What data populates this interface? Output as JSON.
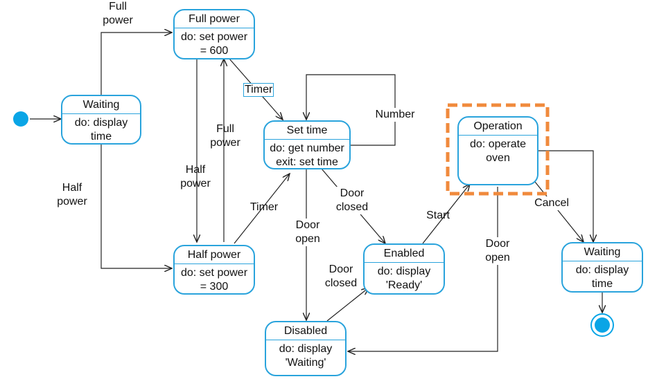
{
  "states": {
    "waiting1": {
      "title": "Waiting",
      "body": [
        "do: display",
        "time"
      ]
    },
    "full_power": {
      "title": "Full power",
      "body": [
        "do: set power",
        "= 600"
      ]
    },
    "half_power": {
      "title": "Half power",
      "body": [
        "do: set power",
        "= 300"
      ]
    },
    "set_time": {
      "title": "Set time",
      "body": [
        "do: get number",
        "exit: set time"
      ]
    },
    "disabled": {
      "title": "Disabled",
      "body": [
        "do: display",
        "'Waiting'"
      ]
    },
    "enabled": {
      "title": "Enabled",
      "body": [
        "do: display",
        "'Ready'"
      ]
    },
    "operation": {
      "title": "Operation",
      "body": [
        "do: operate",
        "oven"
      ]
    },
    "waiting2": {
      "title": "Waiting",
      "body": [
        "do: display",
        "time"
      ]
    }
  },
  "transitions": {
    "full_power_top": [
      "Full",
      "power"
    ],
    "half_power_left": [
      "Half",
      "power"
    ],
    "half_power_mid": [
      "Half",
      "power"
    ],
    "full_power_mid": [
      "Full",
      "power"
    ],
    "timer_top": "Timer",
    "timer_bottom": "Timer",
    "number": "Number",
    "door_open_settime": [
      "Door",
      "open"
    ],
    "door_closed_enabled": [
      "Door",
      "closed"
    ],
    "door_closed_disabled": [
      "Door",
      "closed"
    ],
    "start": "Start",
    "door_open_operation": [
      "Door",
      "open"
    ],
    "cancel": "Cancel"
  },
  "colors": {
    "state_border": "#29a3dc",
    "highlight": "#f08a3c",
    "pseudostate": "#0aa5e6"
  }
}
